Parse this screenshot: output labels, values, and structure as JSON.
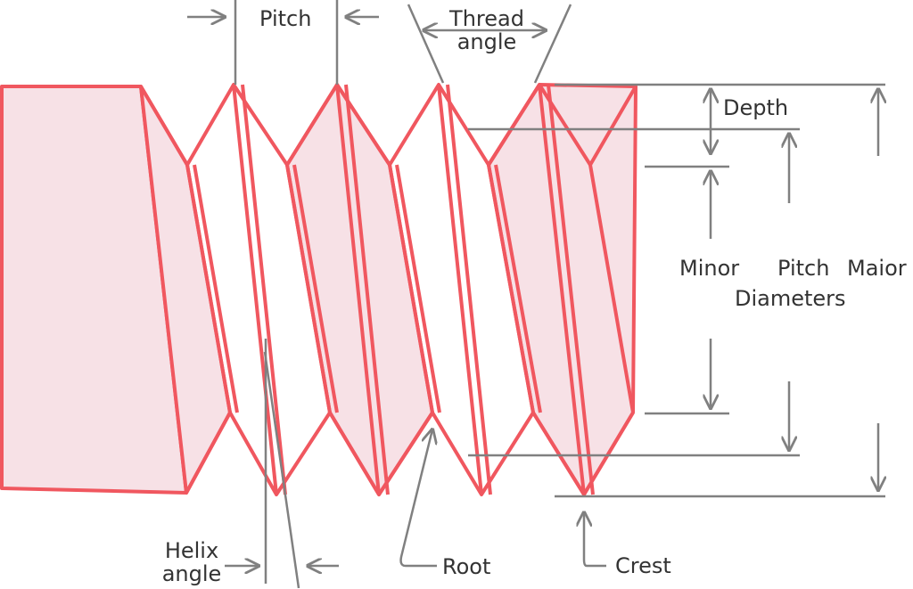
{
  "title": "Screw thread terminology",
  "labels": {
    "pitch": "Pitch",
    "thread_angle_1": "Thread",
    "thread_angle_2": "angle",
    "depth": "Depth",
    "minor": "Minor",
    "pitch_diameter": "Pitch",
    "major": "Maior",
    "diameters": "Diameters",
    "helix_1": "Helix",
    "helix_2": "angle",
    "root": "Root",
    "crest": "Crest"
  },
  "colors": {
    "thread_stroke": "#f0575f",
    "thread_fill": "#f7e1e6",
    "annotation": "#808080",
    "text": "#333333"
  }
}
